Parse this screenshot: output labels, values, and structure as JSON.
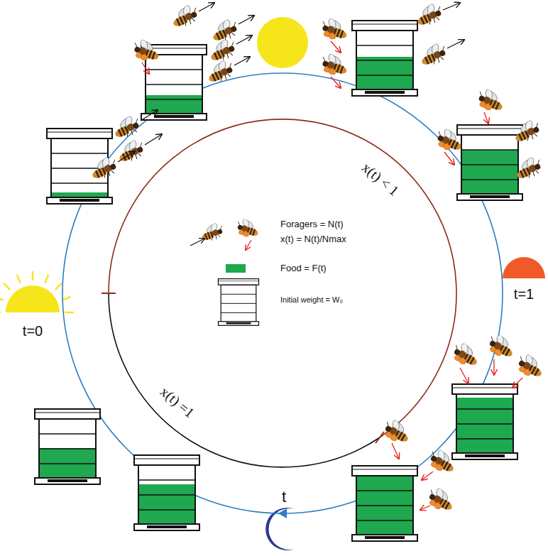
{
  "diagram": {
    "labels": [
      "x(t) < 1",
      "x(t) =1",
      "t=0",
      "t=1",
      "t"
    ],
    "legend": [
      {
        "text": "Foragers = N(t)"
      },
      {
        "text": "x(t) = N(t)/Nmax"
      },
      {
        "text": "Food = F(t)",
        "color": "#1fa84f"
      },
      {
        "text": "Initial weight = W₀"
      }
    ]
  }
}
